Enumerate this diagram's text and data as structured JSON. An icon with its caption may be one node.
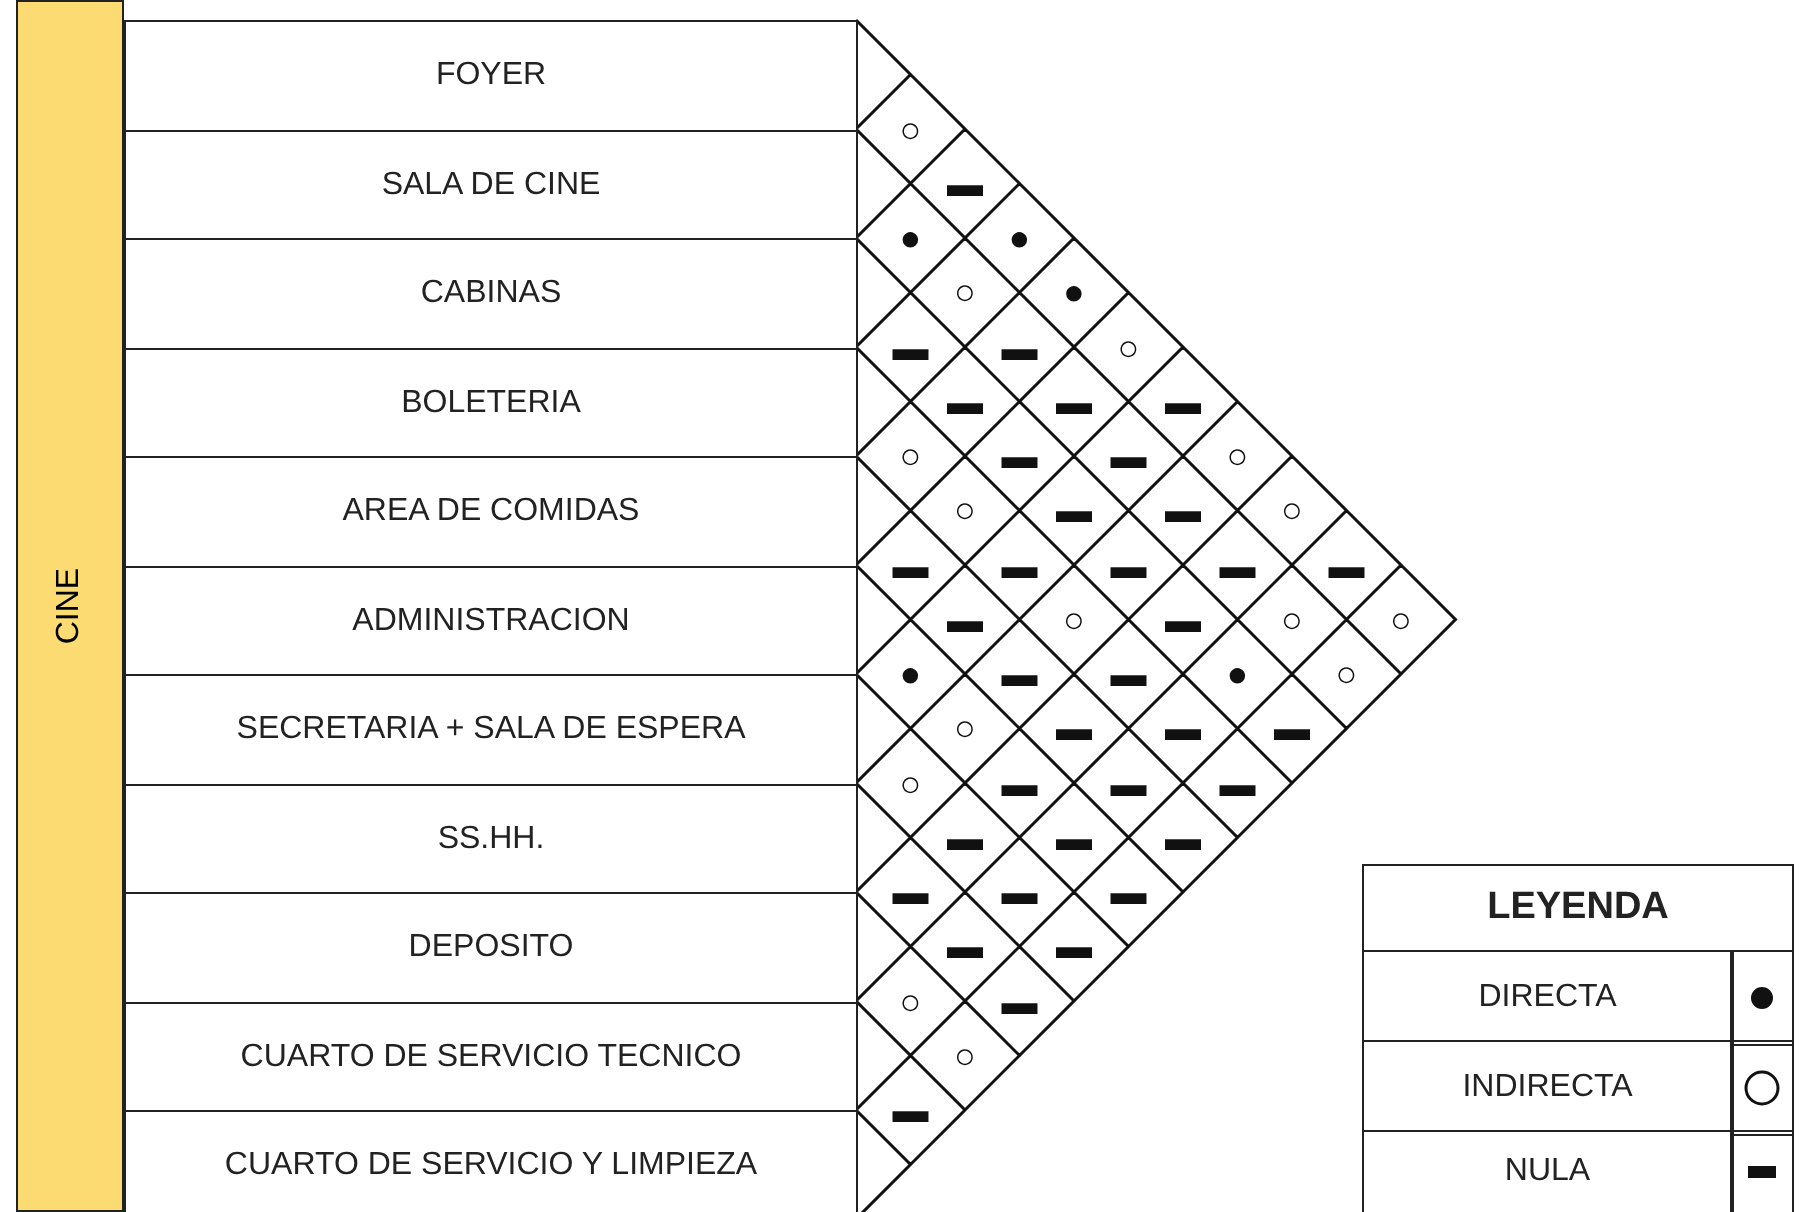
{
  "diagram": {
    "nodes": [
      {
        "text": [
          "CINE"
        ]
      },
      {
        "text": [
          "FOYER"
        ]
      },
      {
        "text": [
          "SALA DE CINE"
        ]
      },
      {
        "text": [
          "CABINAS"
        ]
      },
      {
        "text": [
          "BOLETERIA"
        ]
      },
      {
        "text": [
          "AREA DE COMIDAS"
        ]
      },
      {
        "text": [
          "ADMINISTRACION"
        ]
      },
      {
        "text": [
          "SECRETARIA + SALA DE ESPERA"
        ]
      },
      {
        "text": [
          "SS.HH."
        ]
      },
      {
        "text": [
          "DEPOSITO"
        ]
      },
      {
        "text": [
          "CUARTO DE SERVICIO TECNICO"
        ]
      },
      {
        "text": [
          "CUARTO DE SERVICIO Y LIMPIEZA"
        ]
      },
      {
        "text": [
          "○"
        ]
      },
      {
        "text": [
          "▬"
        ]
      },
      {
        "text": [
          "●"
        ]
      },
      {
        "text": [
          "●"
        ]
      },
      {
        "text": [
          "○"
        ]
      },
      {
        "text": [
          "●"
        ]
      },
      {
        "text": [
          "▬"
        ]
      },
      {
        "text": [
          "▬"
        ]
      },
      {
        "text": [
          "○"
        ]
      },
      {
        "text": [
          "▬"
        ]
      },
      {
        "text": [
          "▬"
        ]
      },
      {
        "text": [
          "▬"
        ]
      },
      {
        "text": [
          "○"
        ]
      },
      {
        "text": [
          "▬"
        ]
      },
      {
        "text": [
          "▬"
        ]
      },
      {
        "text": [
          "○"
        ]
      },
      {
        "text": [
          "○"
        ]
      },
      {
        "text": [
          "▬"
        ]
      },
      {
        "text": [
          "▬"
        ]
      },
      {
        "text": [
          "○"
        ]
      },
      {
        "text": [
          "▬"
        ]
      },
      {
        "text": [
          "▬"
        ]
      },
      {
        "text": [
          "▬"
        ]
      },
      {
        "text": [
          "▬"
        ]
      },
      {
        "text": [
          "▬"
        ]
      },
      {
        "text": [
          "▬"
        ]
      },
      {
        "text": [
          "○"
        ]
      },
      {
        "text": [
          "▬"
        ]
      },
      {
        "text": [
          "○"
        ]
      },
      {
        "text": [
          "○"
        ]
      },
      {
        "text": [
          "●"
        ]
      },
      {
        "text": [
          "▬"
        ]
      },
      {
        "text": [
          "▬"
        ]
      },
      {
        "text": [
          "●"
        ]
      },
      {
        "text": [
          "○"
        ]
      },
      {
        "text": [
          "○"
        ]
      },
      {
        "text": [
          "▬"
        ]
      },
      {
        "text": [
          "▬"
        ]
      },
      {
        "text": [
          "▬"
        ]
      },
      {
        "text": [
          "○"
        ]
      },
      {
        "text": [
          "▬"
        ]
      },
      {
        "text": [
          "▬"
        ]
      },
      {
        "text": [
          "▬"
        ]
      },
      {
        "text": [
          "▬"
        ]
      },
      {
        "text": [
          "▬"
        ]
      },
      {
        "text": [
          "▬"
        ]
      },
      {
        "text": [
          "▬"
        ]
      },
      {
        "text": [
          "▬"
        ]
      },
      {
        "text": [
          "▬"
        ]
      },
      {
        "text": [
          "▬"
        ]
      },
      {
        "text": [
          "▬"
        ]
      },
      {
        "text": [
          "○"
        ]
      },
      {
        "text": [
          "▬"
        ]
      },
      {
        "text": [
          "○"
        ]
      },
      {
        "text": [
          "▬"
        ]
      }
    ],
    "labels": [
      "LEYENDA"
    ],
    "legend": [
      {
        "text": "DIRECTA"
      },
      {
        "text": "INDIRECTA"
      },
      {
        "text": "NULA"
      }
    ]
  }
}
